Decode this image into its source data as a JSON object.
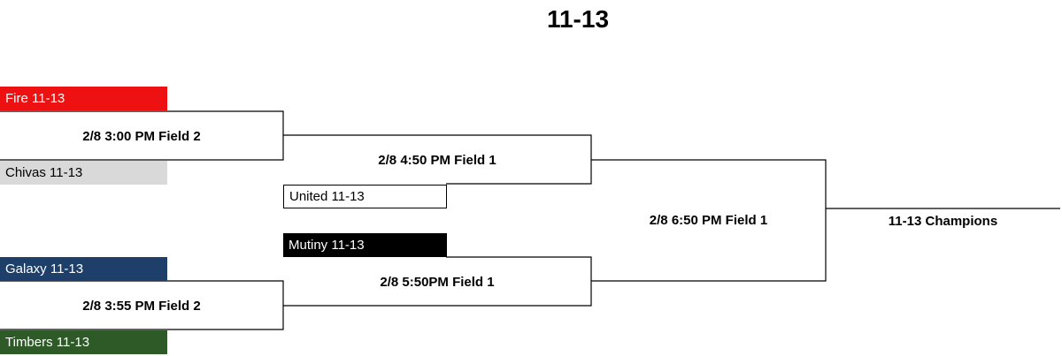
{
  "title": "11-13",
  "teams": {
    "fire": {
      "label": "Fire 11-13",
      "color": "#ee1111"
    },
    "chivas": {
      "label": "Chivas 11-13",
      "color": "#d9d9d9"
    },
    "galaxy": {
      "label": "Galaxy 11-13",
      "color": "#1e3f6a"
    },
    "timbers": {
      "label": "Timbers 11-13",
      "color": "#2d5a27"
    },
    "united": {
      "label": "United 11-13",
      "color": "#ffffff"
    },
    "mutiny": {
      "label": "Mutiny 11-13",
      "color": "#000000"
    }
  },
  "games": {
    "r1_top": "2/8 3:00 PM Field 2",
    "r1_bottom": "2/8 3:55 PM Field 2",
    "semi_top": "2/8 4:50 PM Field 1",
    "semi_bottom": "2/8 5:50PM Field 1",
    "final": "2/8 6:50 PM Field 1"
  },
  "champion_label": "11-13 Champions"
}
